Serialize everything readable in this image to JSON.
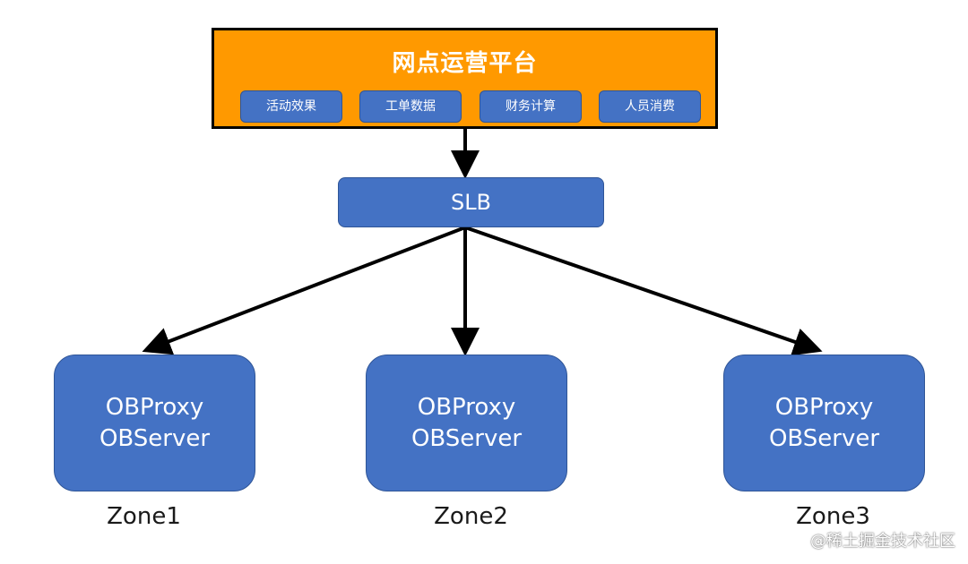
{
  "platform": {
    "title": "网点运营平台",
    "modules": [
      "活动效果",
      "工单数据",
      "财务计算",
      "人员消费"
    ]
  },
  "slb": {
    "label": "SLB"
  },
  "zones": [
    {
      "line1": "OBProxy",
      "line2": "OBServer",
      "label": "Zone1"
    },
    {
      "line1": "OBProxy",
      "line2": "OBServer",
      "label": "Zone2"
    },
    {
      "line1": "OBProxy",
      "line2": "OBServer",
      "label": "Zone3"
    }
  ],
  "watermark": "@稀土掘金技术社区",
  "colors": {
    "platform_fill": "#ff9900",
    "box_fill": "#4472c4",
    "arrow": "#000000"
  }
}
